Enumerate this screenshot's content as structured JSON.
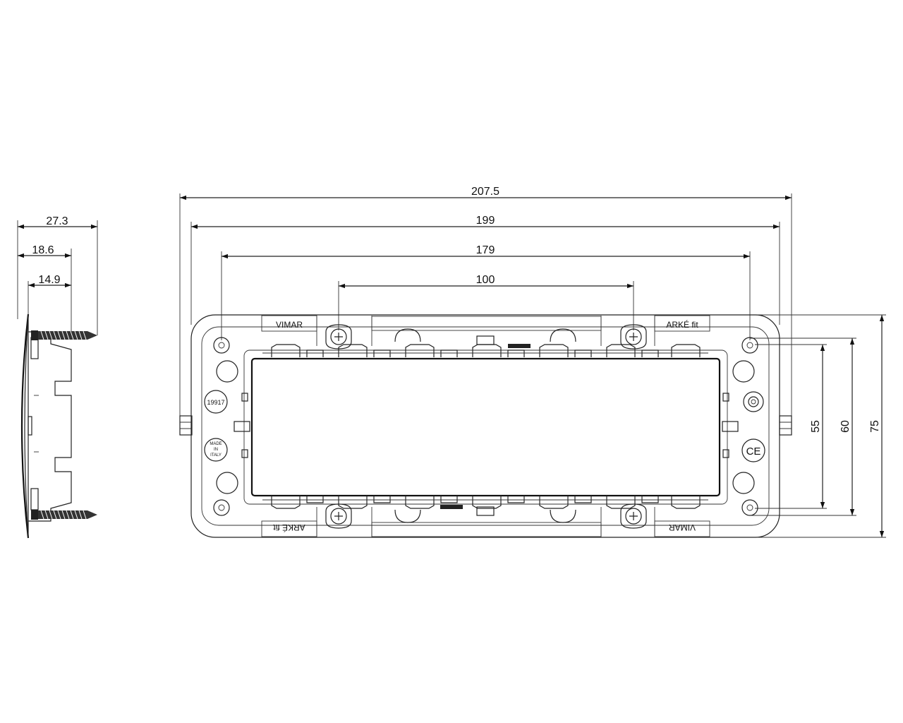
{
  "dimensions": {
    "side_total": "27.3",
    "side_mid": "18.6",
    "side_inner": "14.9",
    "overall_width": "207.5",
    "mount_width": "199",
    "hole_spacing": "179",
    "screw_spacing": "100",
    "height_inner": "55",
    "height_mid": "60",
    "height_total": "75"
  },
  "markings": {
    "brand_top": "VIMAR",
    "brand_bottom": "VIMAR",
    "series_top": "ARKÉ fit",
    "series_bottom": "ARKÉ fit",
    "code": "19917",
    "origin_line1": "MADE",
    "origin_line2": "IN",
    "origin_line3": "ITALY",
    "ce_mark": "CE"
  },
  "colors": {
    "stroke": "#222222",
    "background": "#ffffff"
  }
}
